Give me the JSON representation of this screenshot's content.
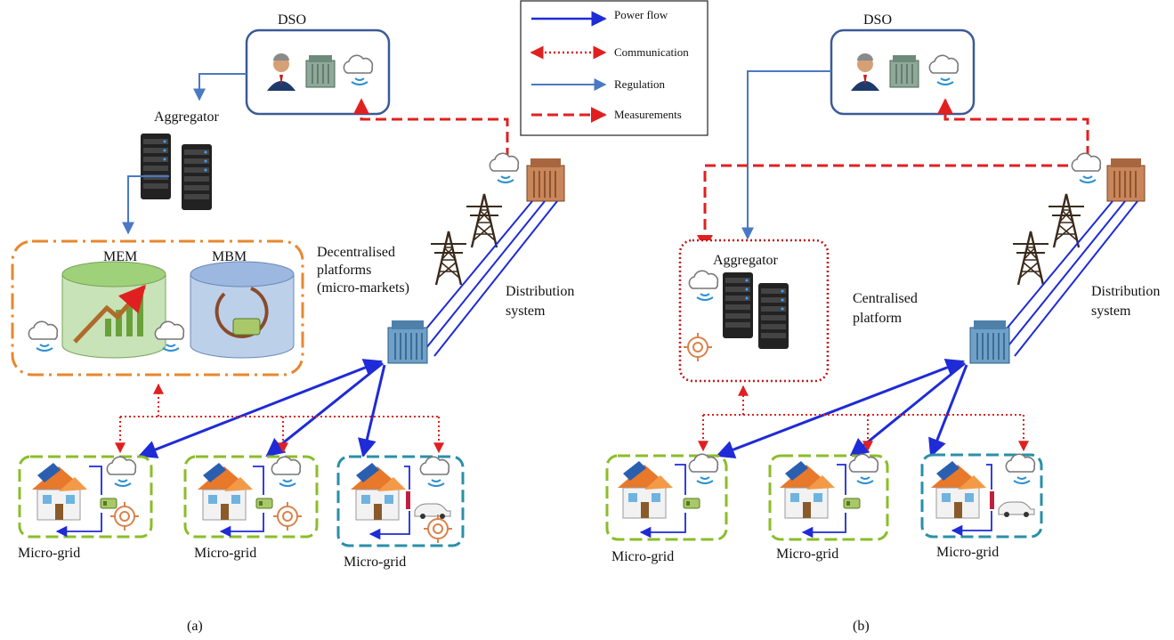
{
  "legend": {
    "power_flow": "Power flow",
    "communication": "Communication",
    "regulation": "Regulation",
    "measurements": "Measurements"
  },
  "colors": {
    "power": "#1f2bd6",
    "communication": "#e02020",
    "regulation": "#4a78c4",
    "measurements": "#e02020",
    "microgrid_green": "#8bbd2a",
    "microgrid_teal": "#2a8fa8",
    "platform_orange": "#e8872e",
    "centralised_red": "#c01818",
    "dso_border": "#3b5a96"
  },
  "panel_a": {
    "dso": "DSO",
    "aggregator": "Aggregator",
    "mem": "MEM",
    "mbm": "MBM",
    "platform_line1": "Decentralised",
    "platform_line2": "platforms",
    "platform_line3": "(micro-markets)",
    "dist_line1": "Distribution",
    "dist_line2": "system",
    "microgrid1": "Micro-grid",
    "microgrid2": "Micro-grid",
    "microgrid3": "Micro-grid",
    "caption": "(a)"
  },
  "panel_b": {
    "dso": "DSO",
    "aggregator": "Aggregator",
    "central_line1": "Centralised",
    "central_line2": "platform",
    "dist_line1": "Distribution",
    "dist_line2": "system",
    "microgrid1": "Micro-grid",
    "microgrid2": "Micro-grid",
    "microgrid3": "Micro-grid",
    "caption": "(b)"
  }
}
